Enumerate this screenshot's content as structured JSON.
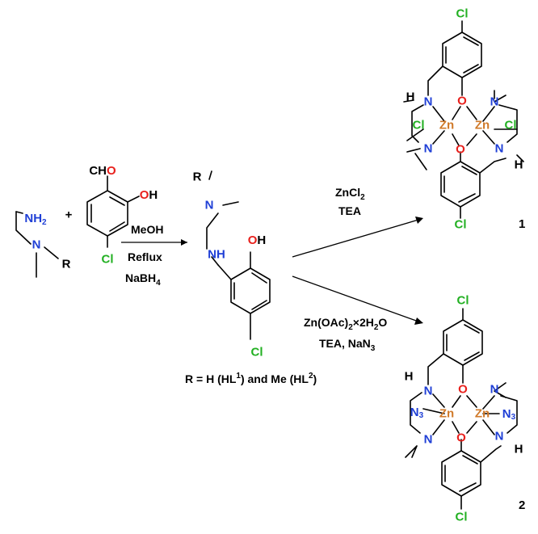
{
  "colors": {
    "N": "#1f3fd6",
    "O": "#e8201c",
    "Cl": "#22b022",
    "Zn": "#d07a2a",
    "C": "#000000"
  },
  "atoms": {
    "nh2": "NH",
    "n": "N",
    "r": "R",
    "plus": "+",
    "cho_c": "CH",
    "o": "O",
    "oh_o": "O",
    "h": "H",
    "cl": "Cl",
    "zn": "Zn",
    "nh": "NH",
    "n3_n": "N"
  },
  "conditions": {
    "step1": {
      "solvent": "MeOH",
      "reflux": "Reflux",
      "reductant": "NaBH",
      "reductant_sub": "4"
    },
    "route1": {
      "salt": "ZnCl",
      "salt_sub": "2",
      "base": "TEA"
    },
    "route2": {
      "salt_a": "Zn(OAc)",
      "salt_a_sub": "2",
      "salt_b": "×2H",
      "salt_b_sub": "2",
      "salt_c": "O",
      "base": "TEA, NaN",
      "base_sub": "3"
    }
  },
  "ligand_note": {
    "a": "R = H (HL",
    "sup1": "1",
    "b": ") and Me (HL",
    "sup2": "2",
    "c": ")"
  },
  "compounds": {
    "c1": "1",
    "c2": "2"
  },
  "subscripts": {
    "two": "2",
    "three": "3"
  }
}
